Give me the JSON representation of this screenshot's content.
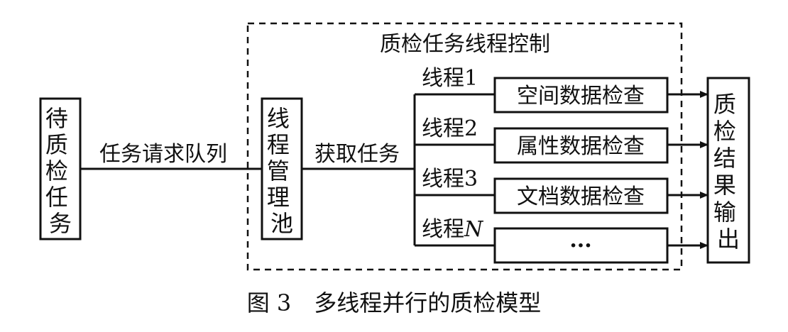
{
  "diagram": {
    "title": "质检任务线程控制",
    "caption": "图 3　多线程并行的质检模型",
    "input": {
      "chars": [
        "待",
        "质",
        "检",
        "任",
        "务"
      ]
    },
    "queue_label": "任务请求队列",
    "pool": {
      "chars": [
        "线",
        "程",
        "管",
        "理",
        "池"
      ]
    },
    "fetch_label": "获取任务",
    "threads": [
      {
        "prefix": "线程",
        "num": "1",
        "task": "空间数据检查"
      },
      {
        "prefix": "线程",
        "num": "2",
        "task": "属性数据检查"
      },
      {
        "prefix": "线程",
        "num": "3",
        "task": "文档数据检查"
      },
      {
        "prefix": "线程",
        "num": "N",
        "task": "···"
      }
    ],
    "output": {
      "chars": [
        "质",
        "检",
        "结",
        "果",
        "输",
        "出"
      ]
    }
  }
}
